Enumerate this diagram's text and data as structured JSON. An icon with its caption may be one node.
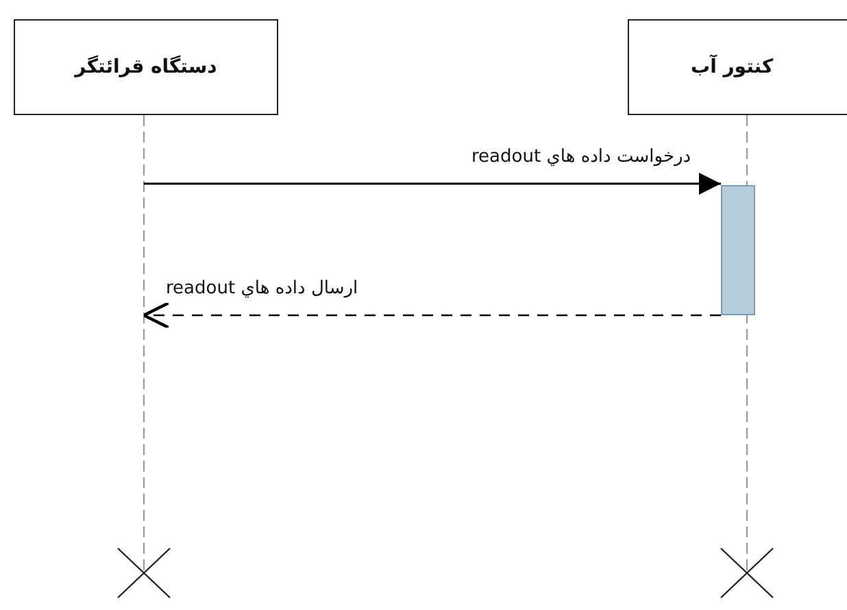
{
  "diagram": {
    "nodes": [
      {
        "text": [
          "دستگاه قرائتگر"
        ]
      },
      {
        "text": [
          "کنتور آب"
        ]
      },
      {
        "text": [],
        "shape": "bar",
        "in": 1
      }
    ],
    "edges": [
      {
        "from": 0,
        "to": 2,
        "arrow": "to",
        "label": "درخواست داده هاي readout"
      },
      {
        "from": 2,
        "to": 0,
        "arrow": "to",
        "label": "ارسال داده هاي readout",
        "style": "dashed"
      }
    ]
  }
}
